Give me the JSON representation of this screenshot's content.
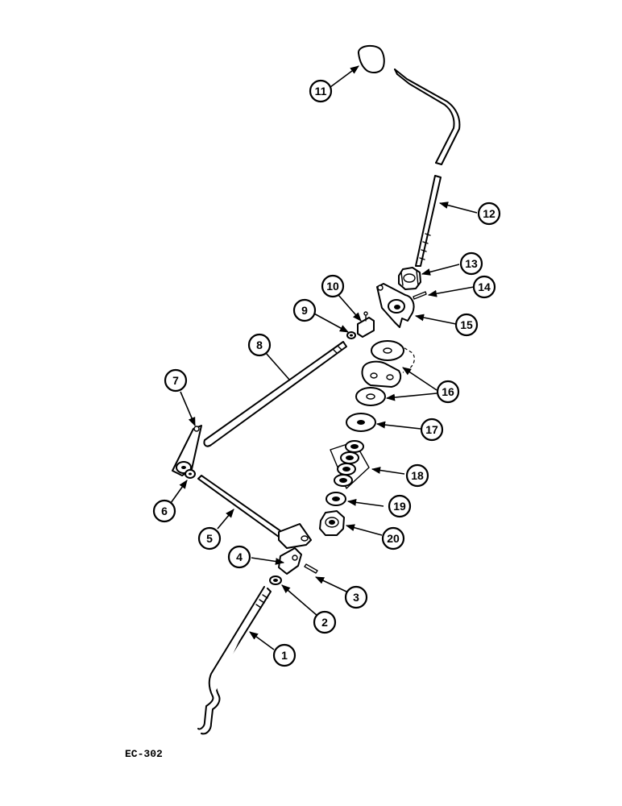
{
  "figure_code": "EC-302",
  "callouts": [
    "1",
    "2",
    "3",
    "4",
    "5",
    "6",
    "7",
    "8",
    "9",
    "10",
    "11",
    "12",
    "13",
    "14",
    "15",
    "16",
    "17",
    "18",
    "19",
    "20"
  ],
  "colors": {
    "ink": "#000000",
    "paper": "#ffffff"
  }
}
